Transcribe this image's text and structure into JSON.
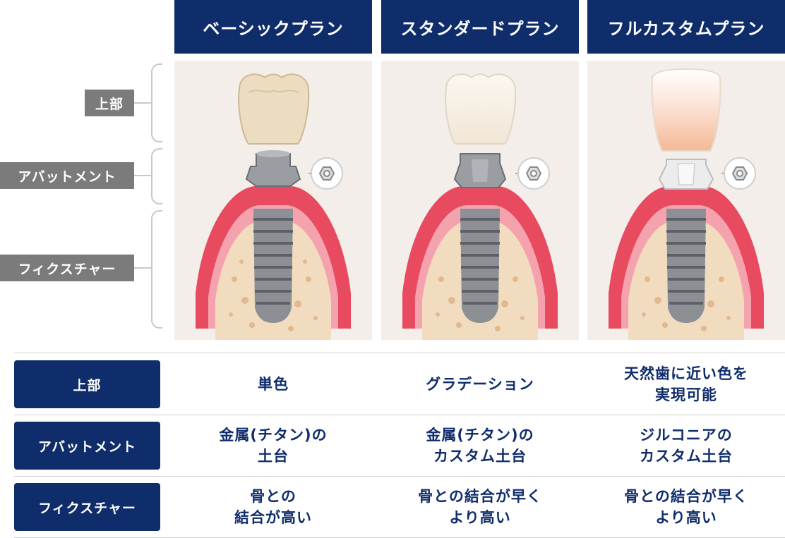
{
  "plans": [
    {
      "name": "ベーシックプラン"
    },
    {
      "name": "スタンダードプラン"
    },
    {
      "name": "フルカスタムプラン"
    }
  ],
  "parts": {
    "top": "上部",
    "abutment": "アバットメント",
    "fixture": "フィクスチャー"
  },
  "table": {
    "rows": [
      {
        "label": "上部",
        "cells": [
          [
            "単色"
          ],
          [
            "グラデーション"
          ],
          [
            "天然歯に近い色を",
            "実現可能"
          ]
        ]
      },
      {
        "label": "アバットメント",
        "cells": [
          [
            "金属(チタン)の",
            "土台"
          ],
          [
            "金属(チタン)の",
            "カスタム土台"
          ],
          [
            "ジルコニアの",
            "カスタム土台"
          ]
        ]
      },
      {
        "label": "フィクスチャー",
        "cells": [
          [
            "骨との",
            "結合が高い"
          ],
          [
            "骨との結合が早く",
            "より高い"
          ],
          [
            "骨との結合が早く",
            "より高い"
          ]
        ]
      }
    ]
  },
  "colors": {
    "navy": "#102d6b",
    "gray_label": "#7b7b7b",
    "panel_bg": "#f3eeea",
    "gum": "#e84a5f",
    "bone": "#f2dcbf",
    "titanium": "#8c8f94",
    "zirconia": "#ececec"
  },
  "icons": [
    "hex-screw-icon"
  ]
}
